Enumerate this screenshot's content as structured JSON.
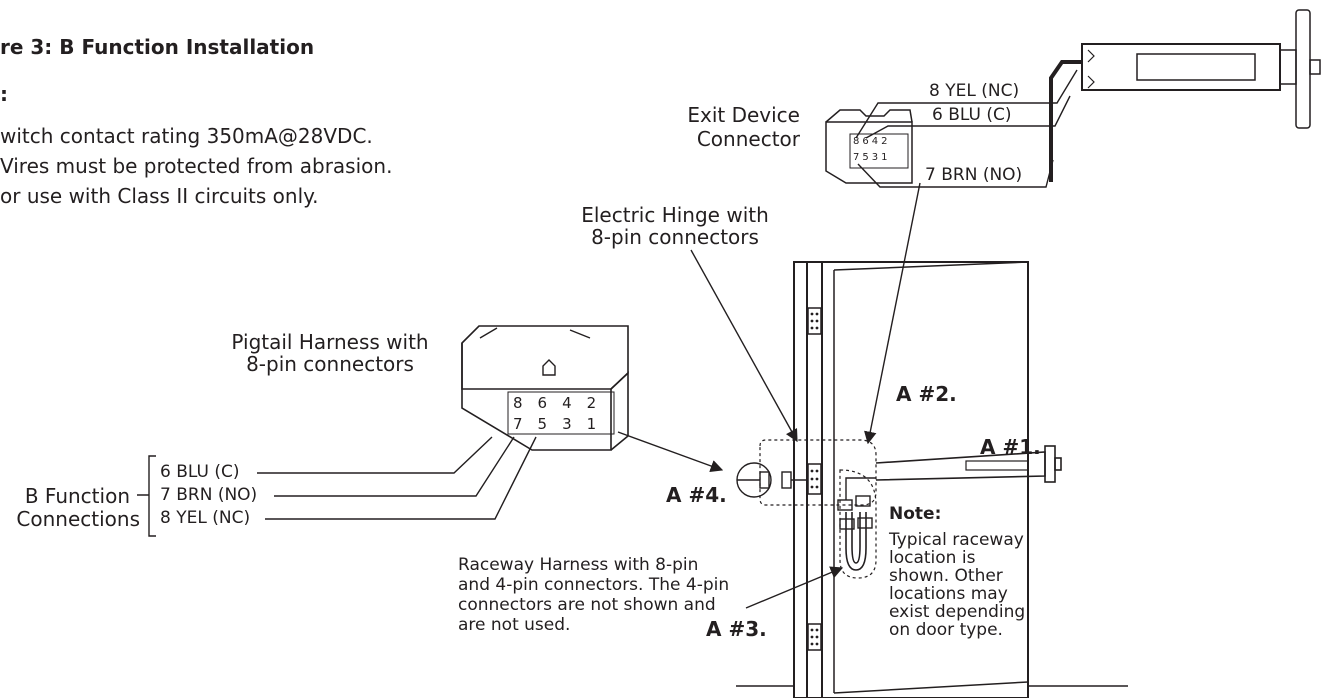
{
  "figure": {
    "title": "re 3: B Function Installation",
    "notes_label": ":",
    "notes": [
      "witch contact rating 350mA@28VDC.",
      "Vires must be protected from abrasion.",
      "or use with Class II circuits only."
    ]
  },
  "exit_device_connector": {
    "label_line1": "Exit Device",
    "label_line2": "Connector",
    "pins_top": [
      "8",
      "6",
      "4",
      "2"
    ],
    "pins_bottom": [
      "7",
      "5",
      "3",
      "1"
    ],
    "wires": [
      "8 YEL (NC)",
      "6 BLU (C)",
      "7 BRN (NO)"
    ]
  },
  "electric_hinge": {
    "label_line1": "Electric Hinge with",
    "label_line2": "8-pin connectors"
  },
  "pigtail_harness": {
    "label_line1": "Pigtail Harness with",
    "label_line2": "8-pin connectors",
    "pins_top": [
      "8",
      "6",
      "4",
      "2"
    ],
    "pins_bottom": [
      "7",
      "5",
      "3",
      "1"
    ]
  },
  "b_function": {
    "label_line1": "B Function",
    "label_line2": "Connections",
    "wires": [
      "6 BLU (C)",
      "7 BRN (NO)",
      "8 YEL (NC)"
    ]
  },
  "raceway_harness": {
    "lines": [
      "Raceway Harness with 8-pin",
      "and 4-pin connectors. The 4-pin",
      "connectors are not shown and",
      "are not used."
    ]
  },
  "callouts": {
    "a1": "A #1.",
    "a2": "A #2.",
    "a3": "A #3.",
    "a4": "A #4."
  },
  "note_box": {
    "title": "Note:",
    "text": "Typical raceway location is shown. Other locations may exist depending on door type."
  }
}
